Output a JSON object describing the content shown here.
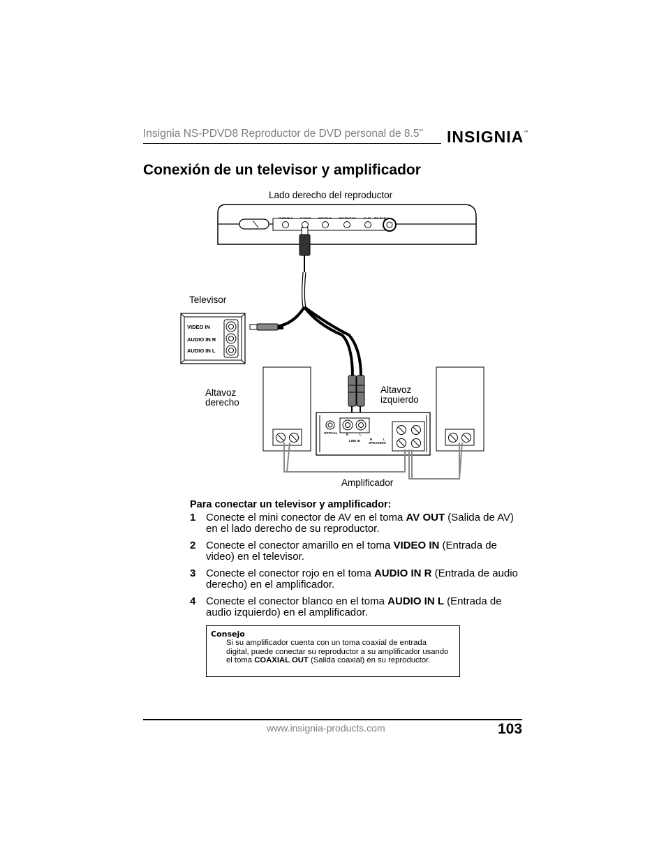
{
  "header": {
    "title": "Insignia NS-PDVD8 Reproductor de DVD personal de 8.5\"",
    "logo": "INSIGNIA",
    "logo_tm": "™"
  },
  "section_title": "Conexión de un televisor y amplificador",
  "diagram": {
    "player_label": "Lado derecho del reproductor",
    "player_ports": [
      "PHONE-3",
      "AV OUT",
      "COAXIAL",
      "DC OUT 5V",
      "AV IN",
      "DC IN 9V"
    ],
    "tv_label": "Televisor",
    "tv_jacks": [
      "VIDEO IN",
      "AUDIO IN R",
      "AUDIO IN L"
    ],
    "speaker_right_label_1": "Altavoz",
    "speaker_right_label_2": "derecho",
    "speaker_left_label_1": "Altavoz",
    "speaker_left_label_2": "izquierdo",
    "amp_label": "Amplificador",
    "amp_ports": {
      "optical": "OPTICAL",
      "r": "R",
      "l": "L",
      "line_in": "LINE IN",
      "r2": "R",
      "l2": "L",
      "speakers": "SPEAKERS"
    }
  },
  "procedure": {
    "title": "Para conectar un televisor y amplificador:",
    "steps": [
      {
        "num": "1",
        "pre": "Conecte el mini conector de AV en el toma ",
        "bold": "AV OUT",
        "post": " (Salida de AV) en el lado derecho de su reproductor."
      },
      {
        "num": "2",
        "pre": "Conecte el conector amarillo en el toma ",
        "bold": "VIDEO IN",
        "post": " (Entrada de video) en el televisor."
      },
      {
        "num": "3",
        "pre": "Conecte el conector rojo en el toma ",
        "bold": "AUDIO IN R",
        "post": " (Entrada de audio derecho) en el amplificador."
      },
      {
        "num": "4",
        "pre": "Conecte el conector blanco en el toma ",
        "bold": "AUDIO IN L",
        "post": " (Entrada de audio izquierdo) en el amplificador."
      }
    ]
  },
  "tip": {
    "title": "Consejo",
    "pre": "Si su amplificador cuenta con un toma coaxial de entrada digital, puede conectar su reproductor a su amplificador usando el toma ",
    "bold": "COAXIAL OUT",
    "post": " (Salida coaxial) en su reproductor."
  },
  "footer": {
    "url": "www.insignia-products.com",
    "page_number": "103"
  }
}
